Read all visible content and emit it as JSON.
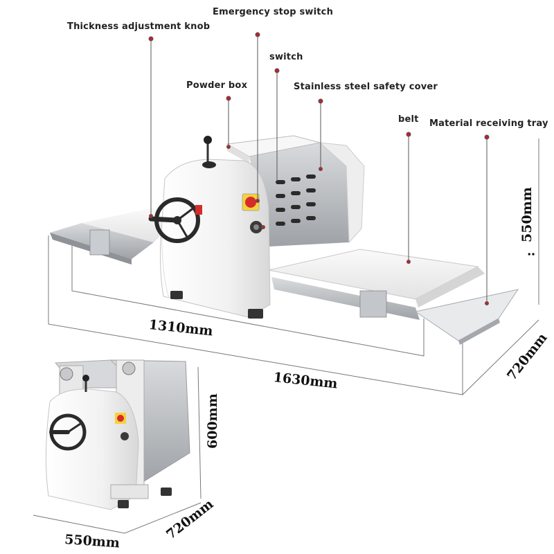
{
  "labels": {
    "thickness_knob": "Thickness adjustment knob",
    "emergency_stop": "Emergency stop switch",
    "switch": "switch",
    "powder_box": "Powder box",
    "safety_cover": "Stainless steel safety cover",
    "belt": "belt",
    "receiving_tray": "Material receiving tray"
  },
  "dimensions": {
    "height_large": "550mm",
    "height_large_prefix": ":",
    "width_inner": "1310mm",
    "width_outer": "1630mm",
    "depth_large": "720mm",
    "height_small": "600mm",
    "depth_small": "720mm",
    "width_small": "550mm"
  },
  "colors": {
    "pointer_dot": "#c0202a",
    "machine_body": "#f4f4f4",
    "steel": "#b9bcc0",
    "belt": "#eeeeee",
    "red_button": "#d62b2b"
  }
}
